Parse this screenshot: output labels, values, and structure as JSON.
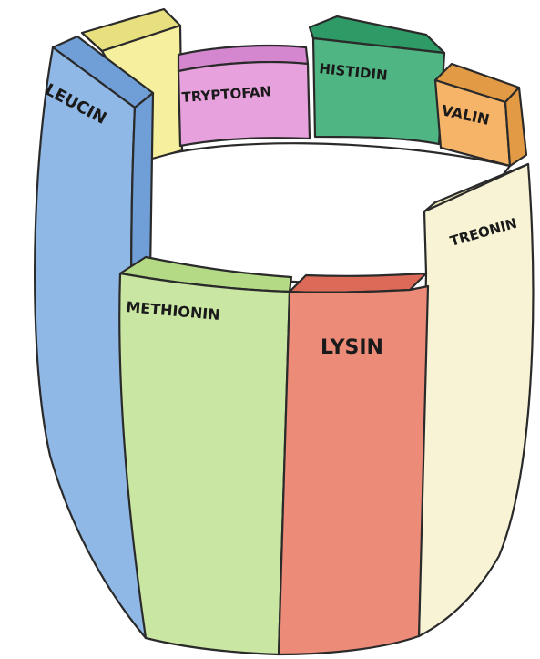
{
  "diagram": {
    "staves": [
      {
        "id": "leucin",
        "label": "LEUCIN",
        "color": "#8fb8e6",
        "color_dark": "#6f9fd6"
      },
      {
        "id": "isoleucin",
        "label": "",
        "color": "#f6ef9e",
        "color_dark": "#e8df7e"
      },
      {
        "id": "tryptofan",
        "label": "TRYPTOFAN",
        "color": "#e7a2dd",
        "color_dark": "#d486cf"
      },
      {
        "id": "histidin",
        "label": "HISTIDIN",
        "color": "#4fb582",
        "color_dark": "#2e9a66"
      },
      {
        "id": "valin",
        "label": "VALIN",
        "color": "#f5b468",
        "color_dark": "#e39a45"
      },
      {
        "id": "treonin",
        "label": "TREONIN",
        "color": "#f7f3d4",
        "color_dark": "#ece6b9"
      },
      {
        "id": "lysin",
        "label": "LYSIN",
        "color": "#ec8b78",
        "color_dark": "#dc6a58"
      },
      {
        "id": "methionin",
        "label": "METHIONIN",
        "color": "#c9e6a2",
        "color_dark": "#b4da86"
      }
    ]
  }
}
